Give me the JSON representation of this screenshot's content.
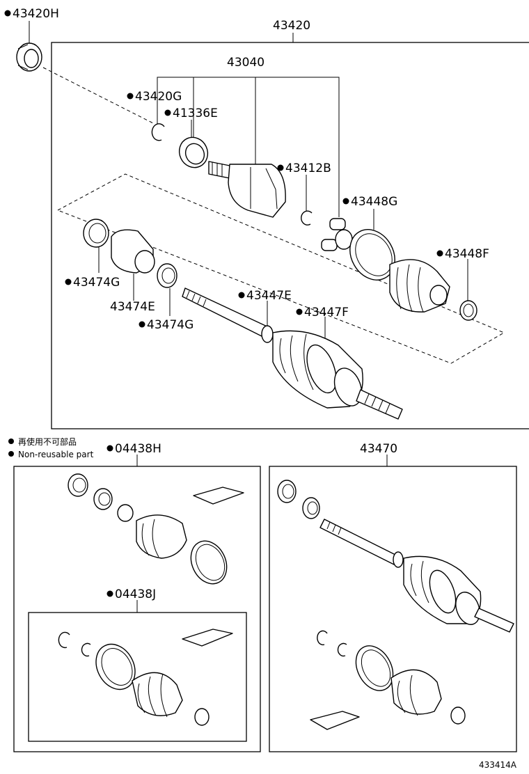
{
  "labels": {
    "p43420H": "43420H",
    "p43420": "43420",
    "p43040": "43040",
    "p43420G": "43420G",
    "p41336E": "41336E",
    "p43412B": "43412B",
    "p43448G": "43448G",
    "p43448F": "43448F",
    "p43474G_a": "43474G",
    "p43474E": "43474E",
    "p43474G_b": "43474G",
    "p43447E": "43447E",
    "p43447F": "43447F",
    "p04438H": "04438H",
    "p04438J": "04438J",
    "p43470": "43470"
  },
  "legend": {
    "line1": "再使用不可部品",
    "line2": "Non-reusable part"
  },
  "diagram_code": "433414A"
}
